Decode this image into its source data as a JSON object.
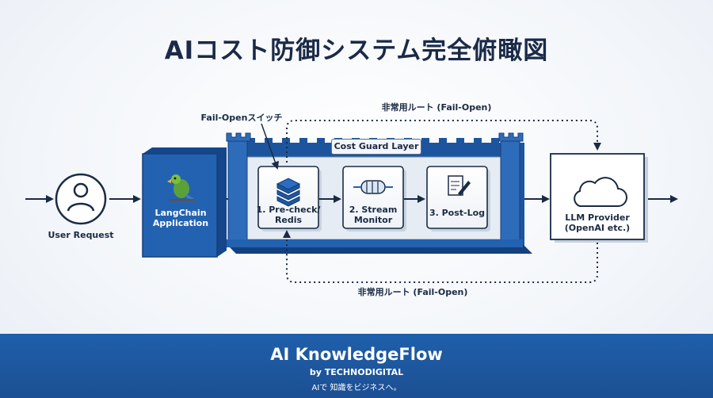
{
  "title": "AIコスト防御システム完全俯瞰図",
  "nodes": {
    "user": "User Request",
    "langchain_line1": "LangChain",
    "langchain_line2": "Application",
    "guard_layer": "Cost Guard Layer",
    "step1_line1": "1. Pre-check/",
    "step1_line2": "Redis",
    "step2_line1": "2. Stream",
    "step2_line2": "Monitor",
    "step3": "3. Post-Log",
    "llm_line1": "LLM Provider",
    "llm_line2": "(OpenAI etc.)"
  },
  "annotations": {
    "switch": "Fail-Openスイッチ",
    "bypass_top": "非常用ルート (Fail-Open)",
    "bypass_bottom": "非常用ルート (Fail-Open)"
  },
  "footer": {
    "brand": "AI KnowledgeFlow",
    "byline": "by TECHNODIGITAL",
    "tagline": "AIで 知識をビジネスへ。"
  },
  "colors": {
    "primary": "#1f5faa",
    "dark_text": "#1a2a48",
    "white": "#ffffff"
  }
}
